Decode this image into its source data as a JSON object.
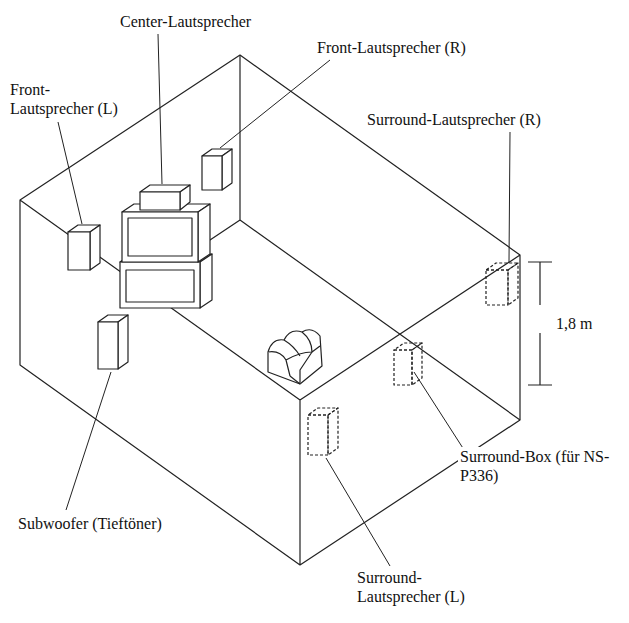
{
  "diagram": {
    "labels": [
      "Center-Lautsprecher",
      "Front-Lautsprecher (R)",
      "Front- Lautsprecher (L)",
      "Surround-Lautsprecher (R)",
      "1,8 m",
      "Surround-Box (für NS-P336)",
      "Subwoofer (Tieftöner)",
      "Surround- Lautsprecher (L)"
    ]
  }
}
